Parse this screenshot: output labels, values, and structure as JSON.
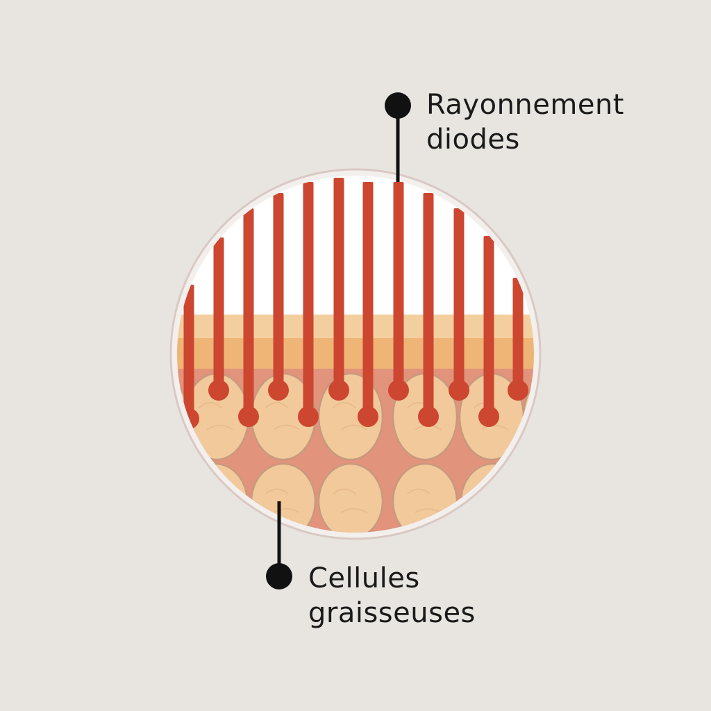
{
  "diagram": {
    "callouts": {
      "diode_radiation": {
        "lines": [
          "Rayonnement",
          "diodes"
        ]
      },
      "fat_cells": {
        "lines": [
          "Cellules",
          "graisseuses"
        ]
      }
    },
    "colors": {
      "background": "#e8e5e1",
      "beam": "#cc4630",
      "fat_cell": "#f1c99a",
      "fat_cell_outline": "#c79a7e",
      "tissue": "#e1937c",
      "skin_upper": "#f3cf9f",
      "skin_lower": "#eeb577",
      "circle_halo": "#d9c9c3",
      "pointer": "#111111"
    },
    "icons": [
      "diode-beam",
      "fat-cell",
      "pointer-dot"
    ]
  }
}
